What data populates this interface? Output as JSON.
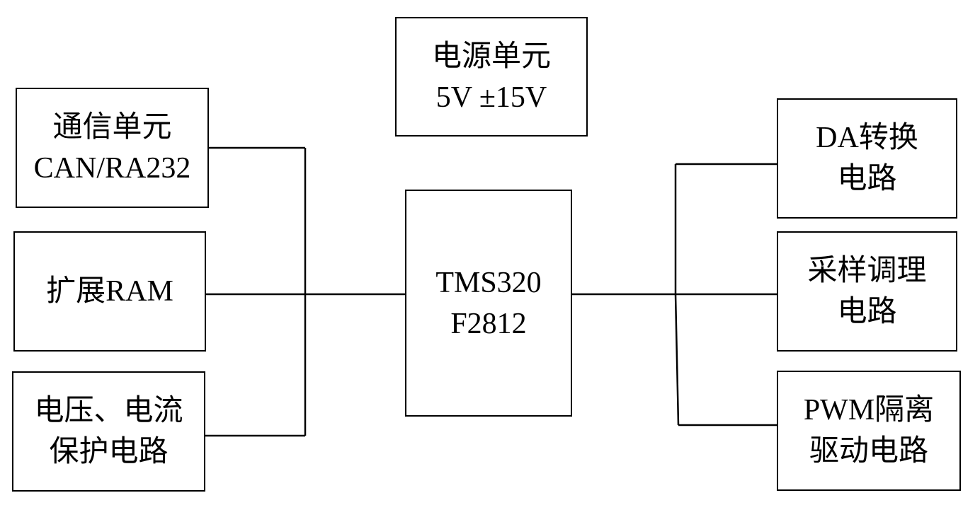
{
  "blocks": {
    "power": {
      "line1": "电源单元",
      "line2": "5V ±15V"
    },
    "comm": {
      "line1": "通信单元",
      "line2": "CAN/RA232"
    },
    "ram": {
      "line1": "扩展RAM"
    },
    "protect": {
      "line1": "电压、电流",
      "line2": "保护电路"
    },
    "cpu": {
      "line1": "TMS320",
      "line2": "F2812"
    },
    "da": {
      "line1": "DA转换",
      "line2": "电路"
    },
    "sampling": {
      "line1": "采样调理",
      "line2": "电路"
    },
    "pwm": {
      "line1": "PWM隔离",
      "line2": "驱动电路"
    }
  }
}
